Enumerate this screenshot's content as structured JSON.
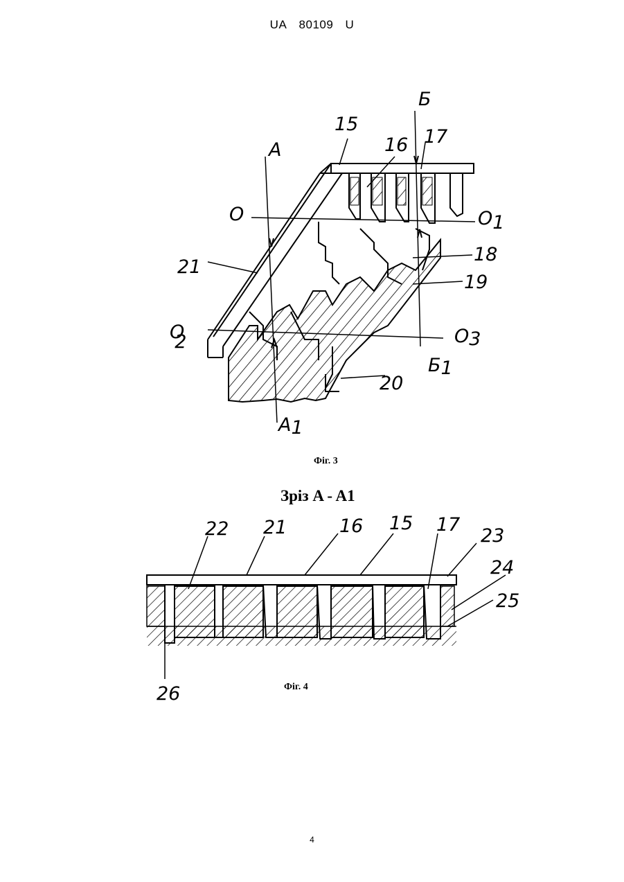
{
  "header": {
    "office": "UA",
    "number": "80109",
    "kind": "U"
  },
  "figure3": {
    "caption": "Фіг. 3",
    "labels": {
      "l15": "15",
      "l16": "16",
      "l17": "17",
      "l18": "18",
      "l19": "19",
      "l20": "20",
      "l21": "21",
      "A": "A",
      "A1_main": "A",
      "A1_sub": "1",
      "B": "Б",
      "B1_main": "Б",
      "B1_sub": "1",
      "O": "O",
      "O1_main": "O",
      "O1_sub": "1",
      "O2_main": "O",
      "O2_sub": "2",
      "O3_main": "O",
      "O3_sub": "3"
    }
  },
  "figure4": {
    "section_title": "Зріз A - A1",
    "caption": "Фіг. 4",
    "labels": {
      "l15": "15",
      "l16": "16",
      "l17": "17",
      "l21": "21",
      "l22": "22",
      "l23": "23",
      "l24": "24",
      "l25": "25",
      "l26": "26"
    }
  },
  "page_number": "4"
}
